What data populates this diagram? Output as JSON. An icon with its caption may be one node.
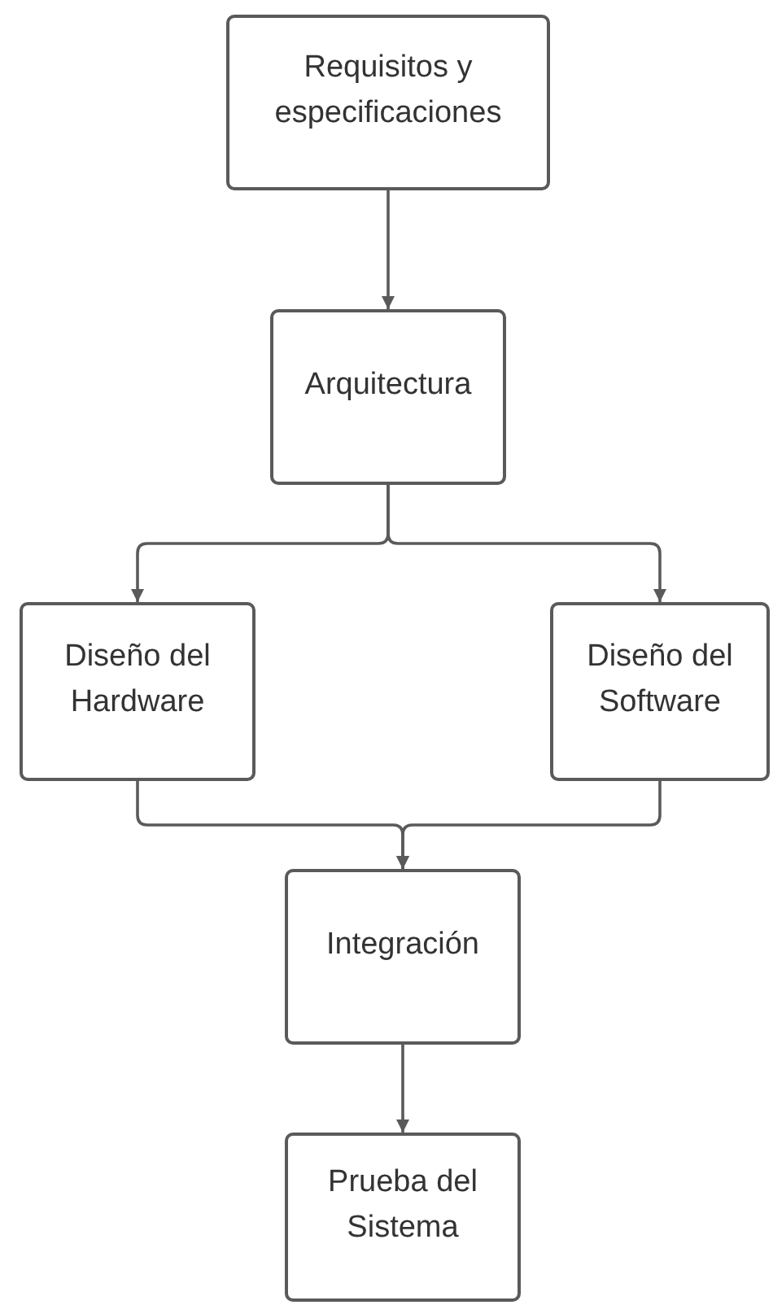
{
  "diagram": {
    "nodes": [
      {
        "text": [
          "Requisitos y especificaciones"
        ]
      },
      {
        "text": [
          "Arquitectura"
        ]
      },
      {
        "text": [
          "Diseño del Hardware"
        ]
      },
      {
        "text": [
          "Diseño del Software"
        ]
      },
      {
        "text": [
          "Integración"
        ]
      },
      {
        "text": [
          "Prueba del Sistema"
        ]
      }
    ],
    "edges": [
      {
        "from": 0,
        "to": 1,
        "arrow": "to"
      },
      {
        "from": 1,
        "to": 2,
        "arrow": "to"
      },
      {
        "from": 1,
        "to": 3,
        "arrow": "to"
      },
      {
        "from": 2,
        "to": 4,
        "arrow": "to"
      },
      {
        "from": 3,
        "to": 4,
        "arrow": "to"
      },
      {
        "from": 4,
        "to": 5,
        "arrow": "to"
      }
    ]
  }
}
